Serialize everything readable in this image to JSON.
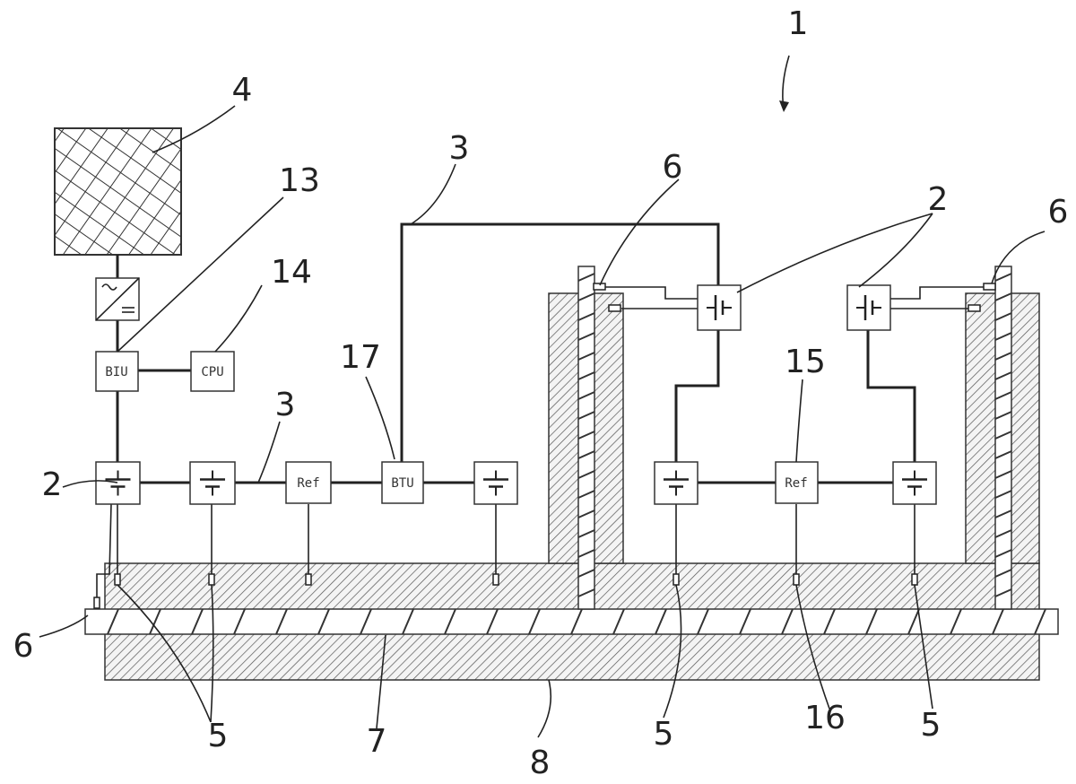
{
  "figure_number": "1",
  "labels": {
    "l1": "1",
    "l2a": "2",
    "l2b": "2",
    "l3a": "3",
    "l3b": "3",
    "l4": "4",
    "l5a": "5",
    "l5b": "5",
    "l5c": "5",
    "l6a": "6",
    "l6b": "6",
    "l6c": "6",
    "l7": "7",
    "l8": "8",
    "l13": "13",
    "l14": "14",
    "l15": "15",
    "l16": "16",
    "l17": "17"
  },
  "boxes": {
    "biu": "BIU",
    "cpu": "CPU",
    "ref1": "Ref",
    "btu": "BTU",
    "ref2": "Ref"
  }
}
